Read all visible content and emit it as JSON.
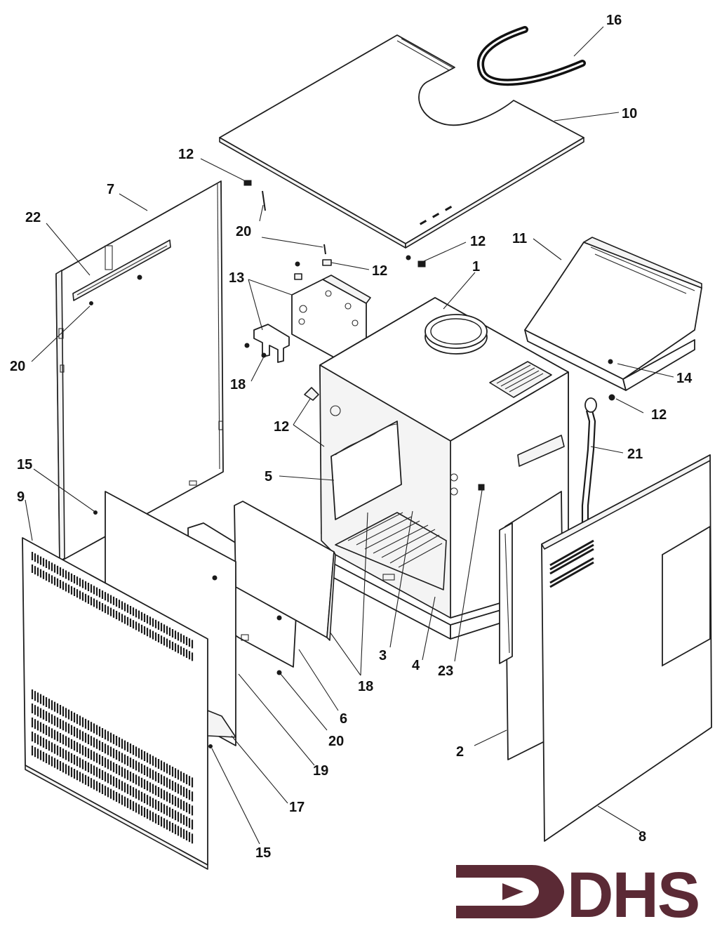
{
  "brand": {
    "logo_text": "DHS",
    "color": "#5b2a35"
  },
  "callouts": [
    {
      "id": "c16",
      "label": "16"
    },
    {
      "id": "c10",
      "label": "10"
    },
    {
      "id": "c12a",
      "label": "12"
    },
    {
      "id": "c7",
      "label": "7"
    },
    {
      "id": "c22",
      "label": "22"
    },
    {
      "id": "c20a",
      "label": "20"
    },
    {
      "id": "c12b",
      "label": "12"
    },
    {
      "id": "c12c",
      "label": "12"
    },
    {
      "id": "c11",
      "label": "11"
    },
    {
      "id": "c1",
      "label": "1"
    },
    {
      "id": "c13",
      "label": "13"
    },
    {
      "id": "c20b",
      "label": "20"
    },
    {
      "id": "c18a",
      "label": "18"
    },
    {
      "id": "c14",
      "label": "14"
    },
    {
      "id": "c12d",
      "label": "12"
    },
    {
      "id": "c12e",
      "label": "12"
    },
    {
      "id": "c21",
      "label": "21"
    },
    {
      "id": "c15a",
      "label": "15"
    },
    {
      "id": "c5",
      "label": "5"
    },
    {
      "id": "c9",
      "label": "9"
    },
    {
      "id": "c3",
      "label": "3"
    },
    {
      "id": "c4",
      "label": "4"
    },
    {
      "id": "c23",
      "label": "23"
    },
    {
      "id": "c18b",
      "label": "18"
    },
    {
      "id": "c6",
      "label": "6"
    },
    {
      "id": "c20c",
      "label": "20"
    },
    {
      "id": "c2",
      "label": "2"
    },
    {
      "id": "c19",
      "label": "19"
    },
    {
      "id": "c17",
      "label": "17"
    },
    {
      "id": "c8",
      "label": "8"
    },
    {
      "id": "c15b",
      "label": "15"
    }
  ]
}
